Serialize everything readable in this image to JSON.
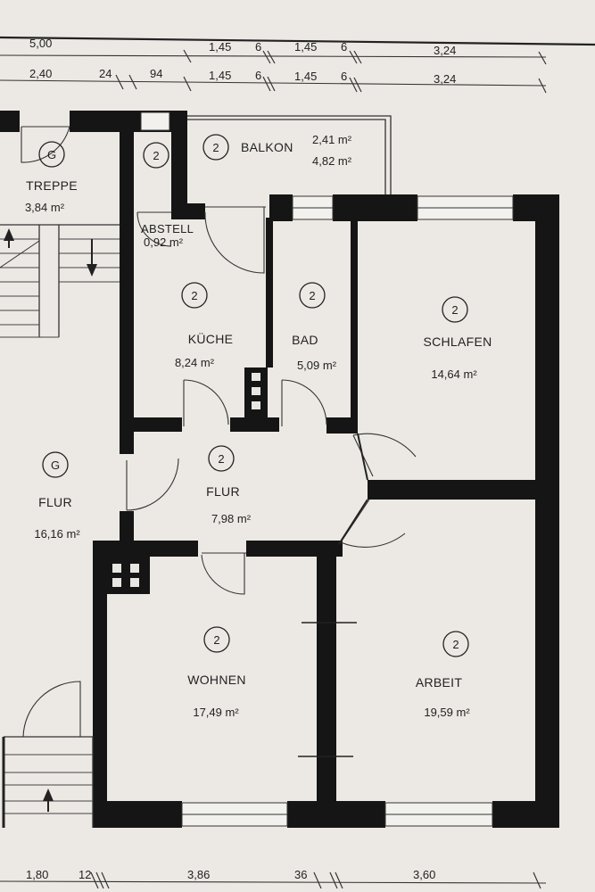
{
  "dimensions": {
    "top1": [
      "5,00",
      "1,45",
      "6",
      "1,45",
      "6",
      "3,24"
    ],
    "top2": [
      "2,40",
      "24",
      "94",
      "1,45",
      "6",
      "1,45",
      "6",
      "3,24"
    ],
    "bottom": [
      "1,80",
      "12",
      "3,86",
      "36",
      "3,60"
    ]
  },
  "rooms": {
    "treppe": {
      "badge": "G",
      "name": "TREPPE",
      "area": "3,84 m²"
    },
    "balkon": {
      "badge": "2",
      "name": "BALKON",
      "area1": "2,41 m²",
      "area2": "4,82 m²"
    },
    "abstell": {
      "badge": "2",
      "name": "ABSTELL",
      "area": "0,92 m²"
    },
    "kueche": {
      "badge": "2",
      "name": "KÜCHE",
      "area": "8,24 m²"
    },
    "bad": {
      "badge": "2",
      "name": "BAD",
      "area": "5,09 m²"
    },
    "schlafen": {
      "badge": "2",
      "name": "SCHLAFEN",
      "area": "14,64 m²"
    },
    "flur_g": {
      "badge": "G",
      "name": "FLUR",
      "area": "16,16 m²"
    },
    "flur": {
      "badge": "2",
      "name": "FLUR",
      "area": "7,98 m²"
    },
    "wohnen": {
      "badge": "2",
      "name": "WOHNEN",
      "area": "17,49 m²"
    },
    "arbeit": {
      "badge": "2",
      "name": "ARBEIT",
      "area": "19,59 m²"
    }
  },
  "colors": {
    "paper": "#ece9e4",
    "ink": "#151515"
  }
}
